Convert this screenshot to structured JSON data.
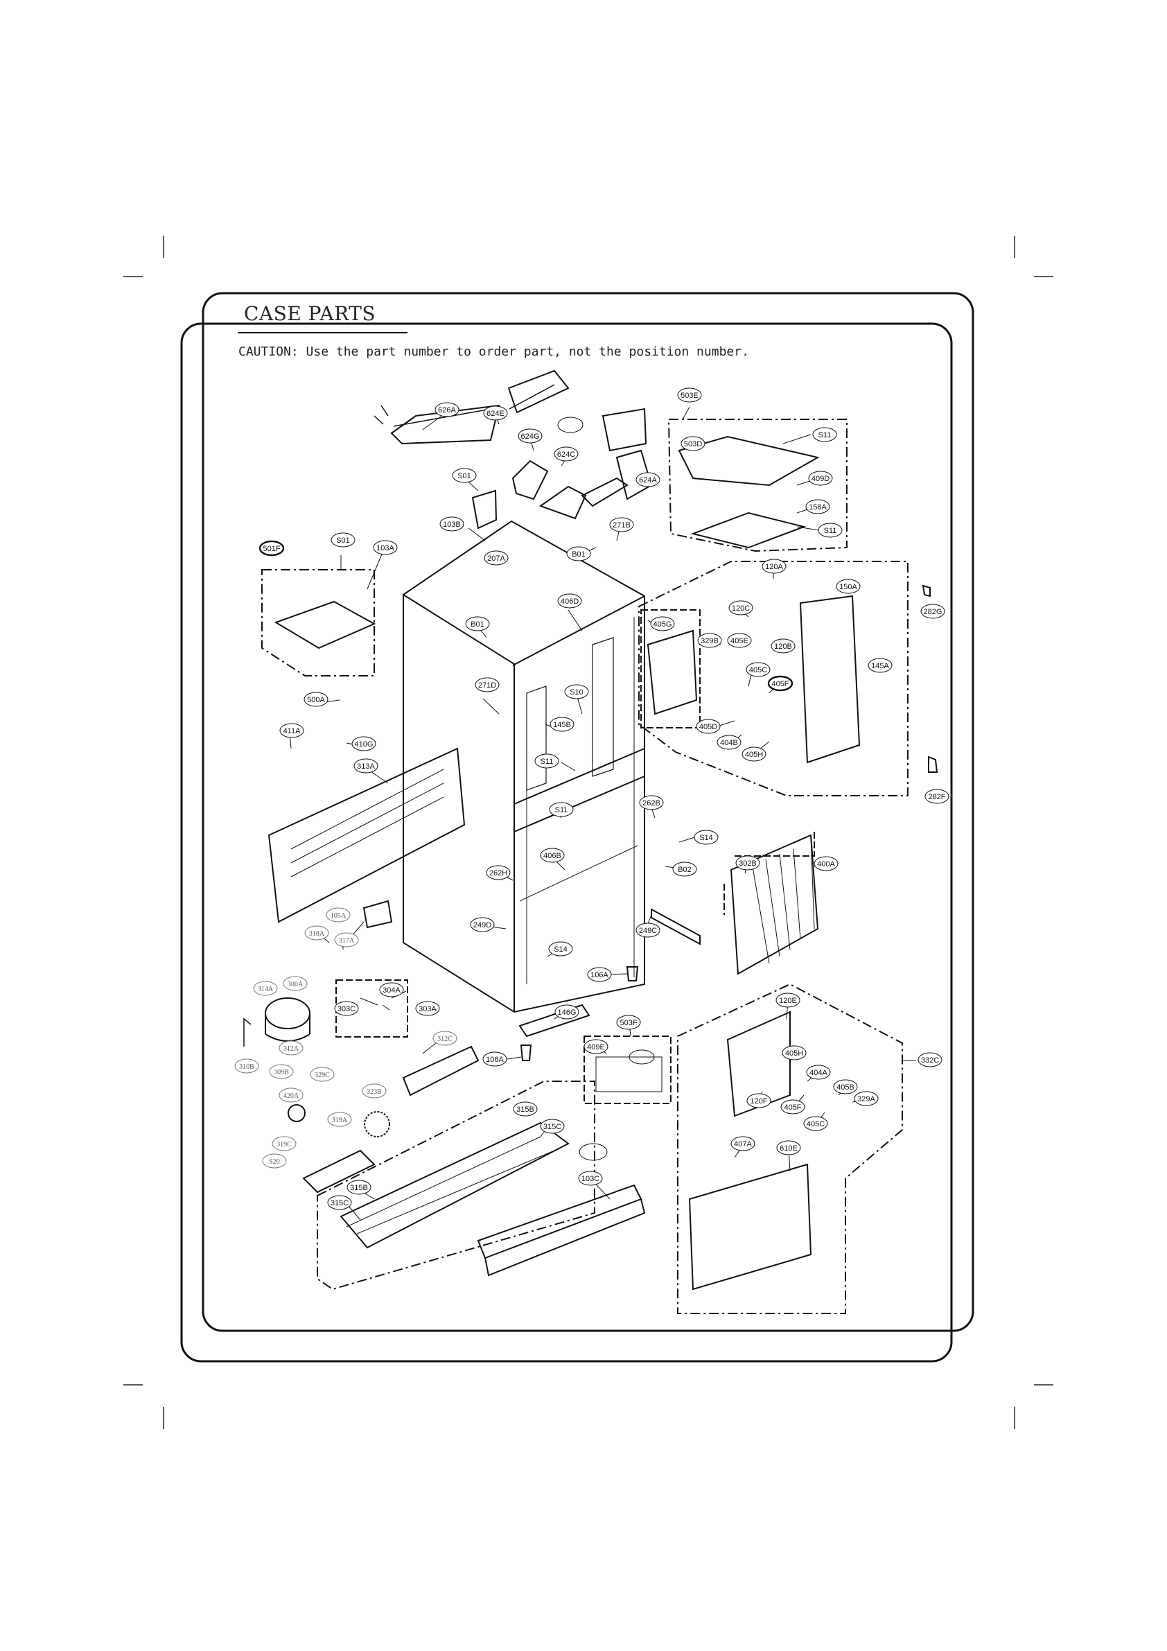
{
  "page": {
    "title": "CASE PARTS",
    "caution": "CAUTION: Use the part number to order part, not the position number."
  },
  "callouts": [
    {
      "id": "626A"
    },
    {
      "id": "624E"
    },
    {
      "id": "624G"
    },
    {
      "id": "624C"
    },
    {
      "id": "624A"
    },
    {
      "id": "S01"
    },
    {
      "id": "103B"
    },
    {
      "id": "271B"
    },
    {
      "id": "B01"
    },
    {
      "id": "207A"
    },
    {
      "id": "501F"
    },
    {
      "id": "S01"
    },
    {
      "id": "103A"
    },
    {
      "id": "406D"
    },
    {
      "id": "B01"
    },
    {
      "id": "271D"
    },
    {
      "id": "S10"
    },
    {
      "id": "145B"
    },
    {
      "id": "S11"
    },
    {
      "id": "S11"
    },
    {
      "id": "500A"
    },
    {
      "id": "411A"
    },
    {
      "id": "410G"
    },
    {
      "id": "313A"
    },
    {
      "id": "503E"
    },
    {
      "id": "503D"
    },
    {
      "id": "S11"
    },
    {
      "id": "409D"
    },
    {
      "id": "158A"
    },
    {
      "id": "S11"
    },
    {
      "id": "120A"
    },
    {
      "id": "120C"
    },
    {
      "id": "150A"
    },
    {
      "id": "282G"
    },
    {
      "id": "405G"
    },
    {
      "id": "329B"
    },
    {
      "id": "405E"
    },
    {
      "id": "120B"
    },
    {
      "id": "405C"
    },
    {
      "id": "405F"
    },
    {
      "id": "145A"
    },
    {
      "id": "405D"
    },
    {
      "id": "404B"
    },
    {
      "id": "405H"
    },
    {
      "id": "282F"
    },
    {
      "id": "262B"
    },
    {
      "id": "S14"
    },
    {
      "id": "B02"
    },
    {
      "id": "406B"
    },
    {
      "id": "262H"
    },
    {
      "id": "302B"
    },
    {
      "id": "400A"
    },
    {
      "id": "249D"
    },
    {
      "id": "249C"
    },
    {
      "id": "S14"
    },
    {
      "id": "106A"
    },
    {
      "id": "105A"
    },
    {
      "id": "318A"
    },
    {
      "id": "317A"
    },
    {
      "id": "314A"
    },
    {
      "id": "300A"
    },
    {
      "id": "304A"
    },
    {
      "id": "303C"
    },
    {
      "id": "303A"
    },
    {
      "id": "312A"
    },
    {
      "id": "310B"
    },
    {
      "id": "146G"
    },
    {
      "id": "503F"
    },
    {
      "id": "409E"
    },
    {
      "id": "106A"
    },
    {
      "id": "312C"
    },
    {
      "id": "120E"
    },
    {
      "id": "332C"
    },
    {
      "id": "405H"
    },
    {
      "id": "404A"
    },
    {
      "id": "405B"
    },
    {
      "id": "329A"
    },
    {
      "id": "120F"
    },
    {
      "id": "405F"
    },
    {
      "id": "405C"
    },
    {
      "id": "309B"
    },
    {
      "id": "329C"
    },
    {
      "id": "323B"
    },
    {
      "id": "420A"
    },
    {
      "id": "319A"
    },
    {
      "id": "319C"
    },
    {
      "id": "S20"
    },
    {
      "id": "315B"
    },
    {
      "id": "315C"
    },
    {
      "id": "103C"
    },
    {
      "id": "407A"
    },
    {
      "id": "610E"
    },
    {
      "id": "315B"
    },
    {
      "id": "315C"
    }
  ],
  "colors": {
    "line": "#111111",
    "label_fill": "#ffffff"
  }
}
